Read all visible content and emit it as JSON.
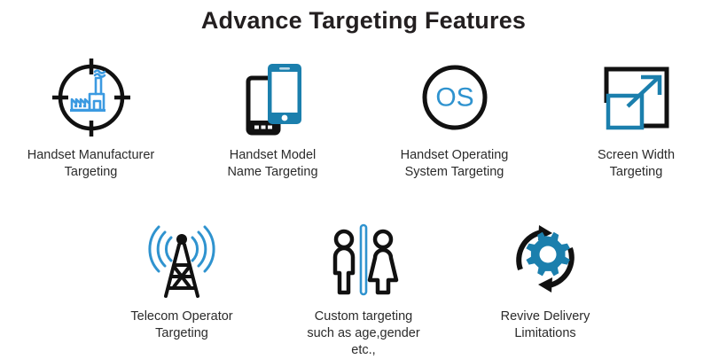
{
  "header": {
    "title": "Advance Targeting Features"
  },
  "colors": {
    "ink": "#1a1a1a",
    "blue_light": "#3b9ae1",
    "blue_deep": "#1b7fad",
    "text": "#2b2b2b",
    "background": "#ffffff"
  },
  "rows": [
    {
      "items": [
        {
          "icon": "crosshair-factory-icon",
          "label": "Handset Manufacturer\nTargeting"
        },
        {
          "icon": "two-phones-icon",
          "label": "Handset Model\nName Targeting"
        },
        {
          "icon": "os-circle-icon",
          "label": "Handset Operating\nSystem Targeting",
          "icon_text": "OS"
        },
        {
          "icon": "screen-width-arrow-icon",
          "label": "Screen Width\nTargeting"
        }
      ]
    },
    {
      "items": [
        {
          "icon": "cell-tower-icon",
          "label": "Telecom Operator\nTargeting"
        },
        {
          "icon": "male-female-divider-icon",
          "label": "Custom targeting\nsuch as age,gender\netc.,"
        },
        {
          "icon": "gear-refresh-icon",
          "label": "Revive Delivery\nLimitations"
        }
      ]
    }
  ]
}
